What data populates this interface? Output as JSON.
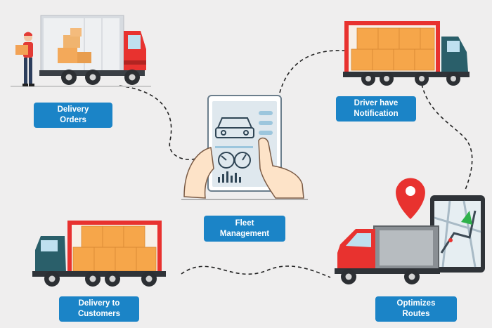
{
  "nodes": {
    "delivery_orders": {
      "line1": "Delivery",
      "line2": "Orders"
    },
    "driver_notification": {
      "line1": "Driver have",
      "line2": "Notification"
    },
    "fleet_management": {
      "line1": "Fleet",
      "line2": "Management"
    },
    "delivery_customers": {
      "line1": "Delivery to",
      "line2": "Customers"
    },
    "optimizes_routes": {
      "line1": "Optimizes",
      "line2": "Routes"
    }
  },
  "colors": {
    "label_bg": "#1b84c7",
    "truck_red": "#e8322f",
    "truck_teal": "#2a5f6a",
    "box_orange": "#f6a64a",
    "background": "#efeeee"
  }
}
